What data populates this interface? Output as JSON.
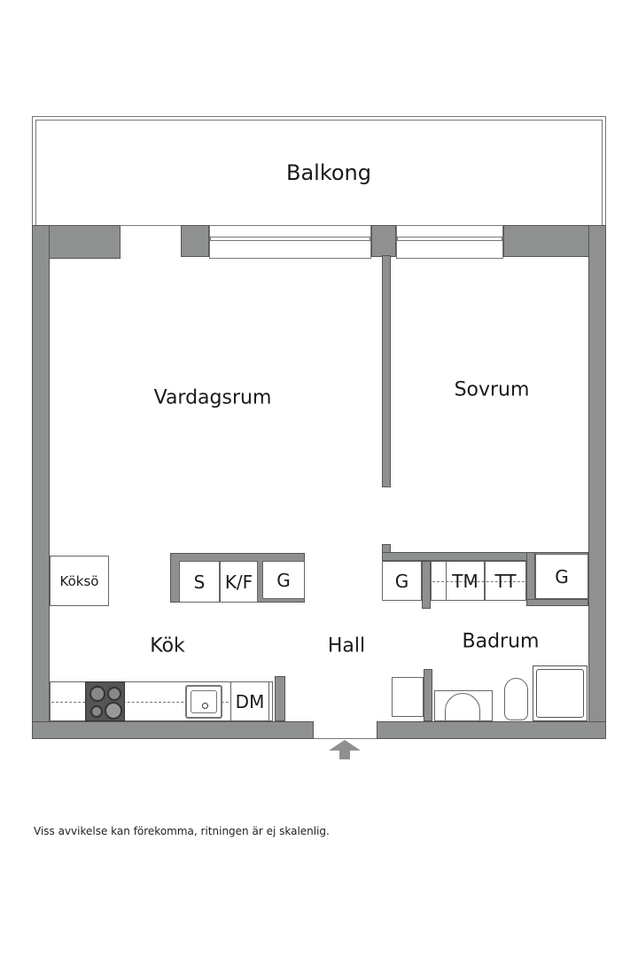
{
  "rooms": {
    "balcony": "Balkong",
    "living_room": "Vardagsrum",
    "bedroom": "Sovrum",
    "kitchen": "Kök",
    "hall": "Hall",
    "bathroom": "Badrum"
  },
  "fixtures": {
    "kitchen_island": "Köksö",
    "closet_s": "S",
    "fridge_freezer": "K/F",
    "wardrobe_hall": "G",
    "wardrobe_bath_left": "G",
    "washing_machine": "TM",
    "dryer": "TT",
    "wardrobe_bath_right": "G",
    "dishwasher": "DM"
  },
  "footer": {
    "disclaimer": "Viss avvikelse kan förekomma, ritningen är ej skalenlig."
  },
  "colors": {
    "wall": "#8f9191",
    "line": "#555555",
    "background": "#ffffff"
  }
}
